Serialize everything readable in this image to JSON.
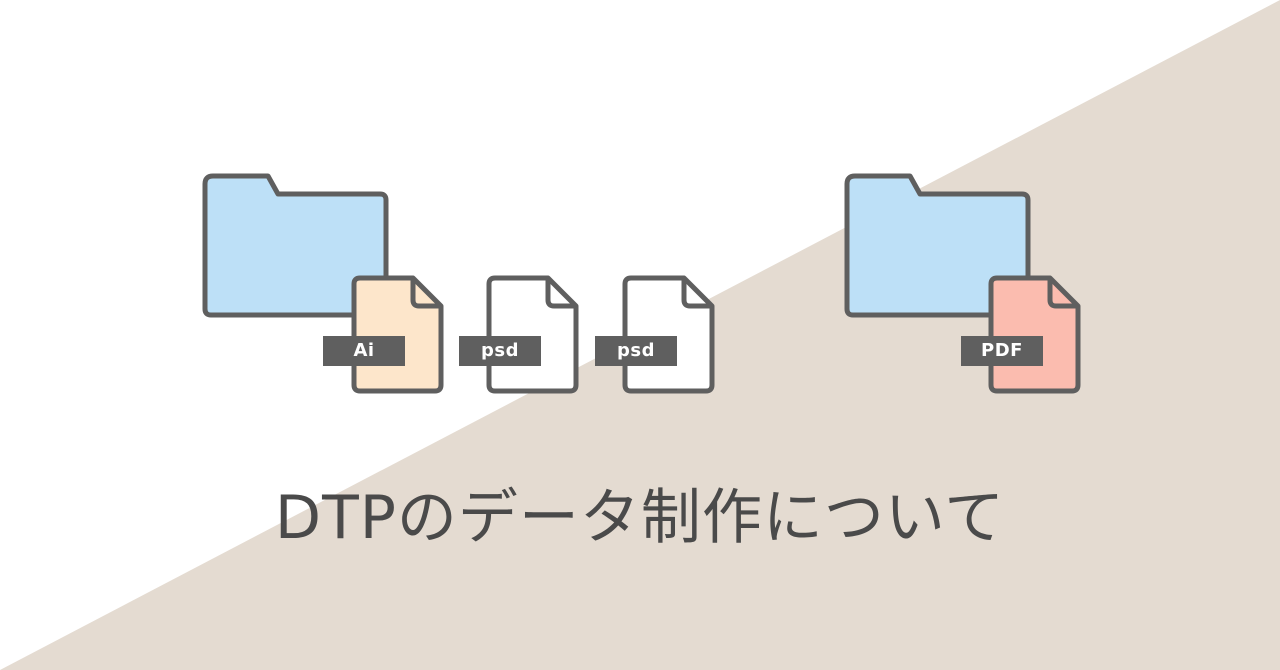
{
  "title": "DTPのデータ制作について",
  "files": [
    {
      "name": "ai-file",
      "label": "Ai"
    },
    {
      "name": "psd-file-1",
      "label": "psd"
    },
    {
      "name": "psd-file-2",
      "label": "psd"
    },
    {
      "name": "pdf-file",
      "label": "PDF"
    }
  ],
  "colors": {
    "background": "#ffffff",
    "diagonal_band": "#e4dbd1",
    "folder_fill": "#bde0f7",
    "outline": "#5f5f5f",
    "ai_file_fill": "#fde6cb",
    "psd_file_fill": "#ffffff",
    "pdf_file_fill": "#fbbcaf",
    "label_background": "#5f5f5f",
    "label_text": "#ffffff",
    "title_text": "#4a4a4a"
  },
  "icons": [
    "folder-icon",
    "ai-file-icon",
    "psd-file-icon",
    "psd-file-icon",
    "folder-icon",
    "pdf-file-icon"
  ]
}
